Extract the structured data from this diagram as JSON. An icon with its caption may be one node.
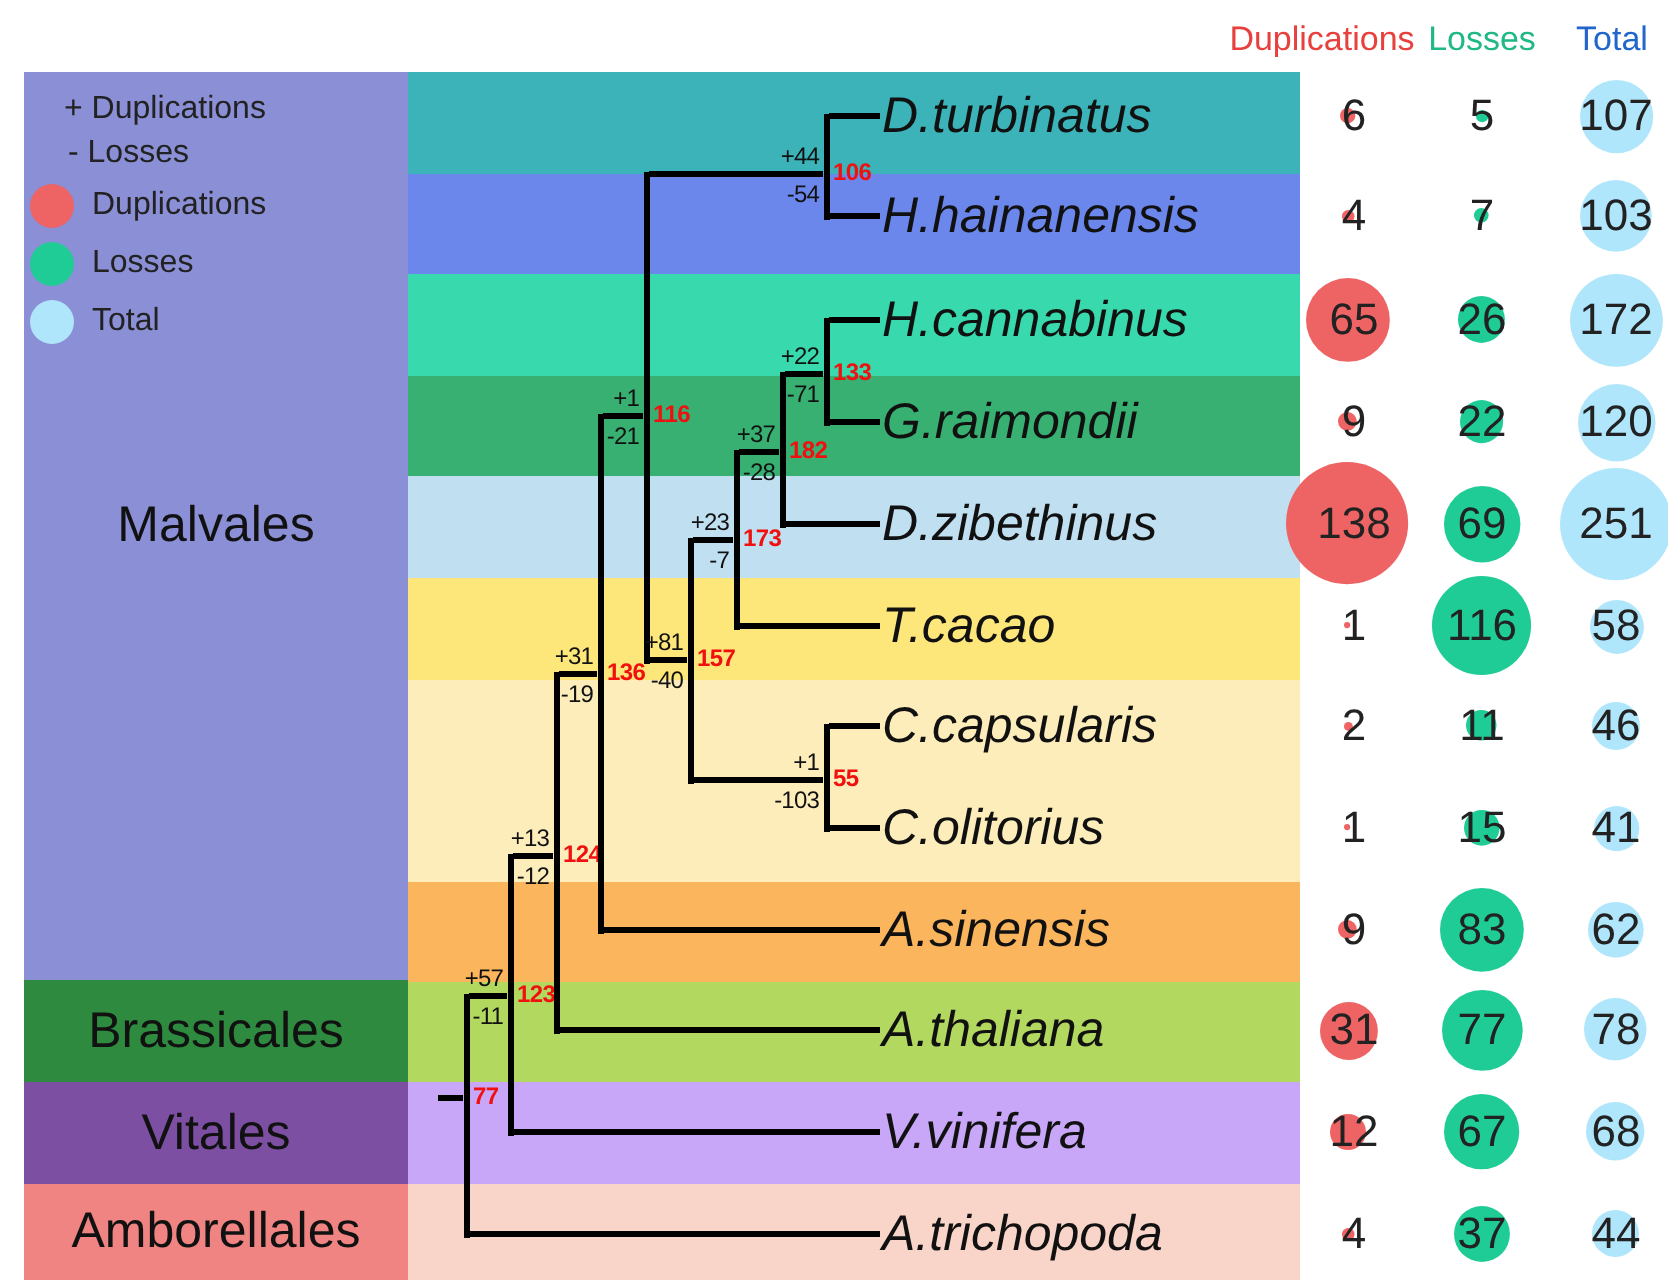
{
  "diagram": {
    "nodes": [
      {
        "text": [
          "Malvales"
        ]
      },
      {
        "text": [
          "Brassicales"
        ]
      },
      {
        "text": [
          "Vitales"
        ]
      },
      {
        "text": [
          "Amborellales"
        ]
      },
      {
        "text": [
          "77"
        ]
      },
      {
        "text": [
          "123"
        ],
        "beside": [
          "+57",
          "-11"
        ]
      },
      {
        "text": [
          "124"
        ],
        "beside": [
          "+13",
          "-12"
        ]
      },
      {
        "text": [
          "136"
        ],
        "beside": [
          "+31",
          "-19"
        ]
      },
      {
        "text": [
          "116"
        ],
        "beside": [
          "+1",
          "-21"
        ]
      },
      {
        "text": [
          "106"
        ],
        "beside": [
          "+44",
          "-54"
        ]
      },
      {
        "text": [
          "157"
        ],
        "beside": [
          "+81",
          "-40"
        ]
      },
      {
        "text": [
          "173"
        ],
        "beside": [
          "+23",
          "-7"
        ]
      },
      {
        "text": [
          "182"
        ],
        "beside": [
          "+37",
          "-28"
        ]
      },
      {
        "text": [
          "133"
        ],
        "beside": [
          "+22",
          "-71"
        ]
      },
      {
        "text": [
          "55"
        ],
        "beside": [
          "+1",
          "-103"
        ]
      },
      {
        "text": [
          "D.turbinatus"
        ]
      },
      {
        "text": [
          "H.hainanensis"
        ]
      },
      {
        "text": [
          "H.cannabinus"
        ]
      },
      {
        "text": [
          "G.raimondii"
        ]
      },
      {
        "text": [
          "D.zibethinus"
        ]
      },
      {
        "text": [
          "T.cacao"
        ]
      },
      {
        "text": [
          "C.capsularis"
        ]
      },
      {
        "text": [
          "C.olitorius"
        ]
      },
      {
        "text": [
          "A.sinensis"
        ]
      },
      {
        "text": [
          "A.thaliana"
        ]
      },
      {
        "text": [
          "V.vinifera"
        ]
      },
      {
        "text": [
          "A.trichopoda"
        ]
      }
    ],
    "edges": [
      {
        "from": null,
        "to": 4,
        "arrow": "none"
      },
      {
        "from": 4,
        "to": 5,
        "arrow": "none"
      },
      {
        "from": 4,
        "to": 26,
        "arrow": "none"
      },
      {
        "from": 5,
        "to": 6,
        "arrow": "none"
      },
      {
        "from": 5,
        "to": 25,
        "arrow": "none"
      },
      {
        "from": 6,
        "to": 7,
        "arrow": "none"
      },
      {
        "from": 6,
        "to": 24,
        "arrow": "none"
      },
      {
        "from": 7,
        "to": 8,
        "arrow": "none"
      },
      {
        "from": 7,
        "to": 23,
        "arrow": "none"
      },
      {
        "from": 8,
        "to": 9,
        "arrow": "none"
      },
      {
        "from": 8,
        "to": 10,
        "arrow": "none"
      },
      {
        "from": 9,
        "to": 15,
        "arrow": "none"
      },
      {
        "from": 9,
        "to": 16,
        "arrow": "none"
      },
      {
        "from": 10,
        "to": 11,
        "arrow": "none"
      },
      {
        "from": 10,
        "to": 14,
        "arrow": "none"
      },
      {
        "from": 11,
        "to": 12,
        "arrow": "none"
      },
      {
        "from": 11,
        "to": 20,
        "arrow": "none"
      },
      {
        "from": 12,
        "to": 13,
        "arrow": "none"
      },
      {
        "from": 12,
        "to": 19,
        "arrow": "none"
      },
      {
        "from": 13,
        "to": 17,
        "arrow": "none"
      },
      {
        "from": 13,
        "to": 18,
        "arrow": "none"
      },
      {
        "from": 14,
        "to": 21,
        "arrow": "none"
      },
      {
        "from": 14,
        "to": 22,
        "arrow": "none"
      }
    ],
    "labels": [
      "+ Duplications",
      "- Losses",
      "Duplications",
      "Losses",
      "Total",
      "6",
      "5",
      "107",
      "4",
      "7",
      "103",
      "65",
      "26",
      "172",
      "9",
      "22",
      "120",
      "138",
      "69",
      "251",
      "1",
      "116",
      "58",
      "2",
      "11",
      "46",
      "1",
      "15",
      "41",
      "9",
      "83",
      "62",
      "31",
      "77",
      "78",
      "12",
      "67",
      "68",
      "4",
      "37",
      "44"
    ],
    "legend": [
      {
        "text": "Duplications",
        "color": "#ee6363"
      },
      {
        "text": "Losses",
        "color": "#1fcc96"
      },
      {
        "text": "Total",
        "color": "#b0e6fb"
      }
    ]
  }
}
